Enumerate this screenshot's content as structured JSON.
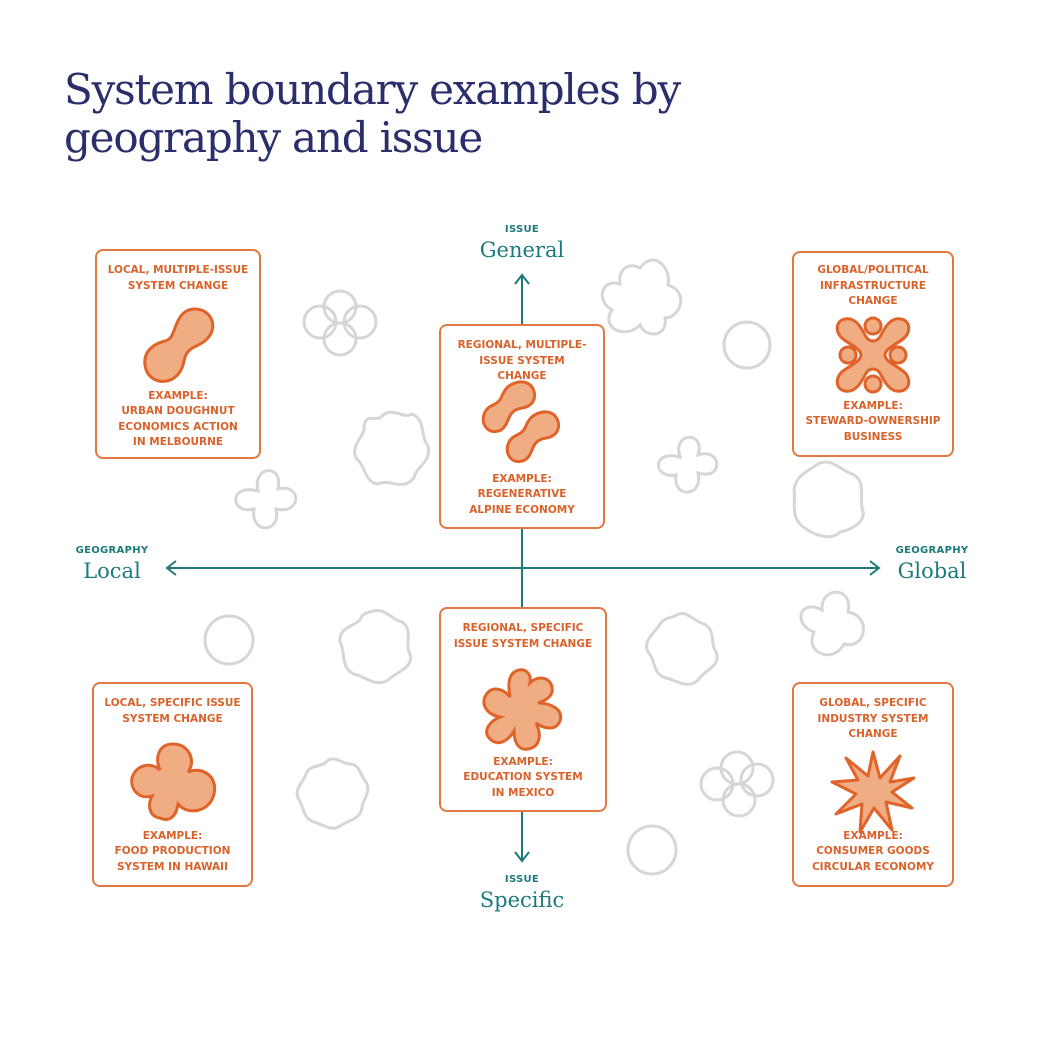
{
  "title": "System boundary examples by geography and issue",
  "axes": {
    "top": {
      "small": "ISSUE",
      "big": "General"
    },
    "bottom": {
      "small": "ISSUE",
      "big": "Specific"
    },
    "left": {
      "small": "GEOGRAPHY",
      "big": "Local"
    },
    "right": {
      "small": "GEOGRAPHY",
      "big": "Global"
    }
  },
  "cards": {
    "local_multiple": {
      "heading": "LOCAL, MULTIPLE-ISSUE SYSTEM CHANGE",
      "example_label": "EXAMPLE:",
      "example": "URBAN DOUGHNUT ECONOMICS ACTION IN MELBOURNE",
      "icon": "dumbbell-blob-icon"
    },
    "regional_multiple": {
      "heading": "REGIONAL, MULTIPLE-ISSUE SYSTEM CHANGE",
      "example_label": "EXAMPLE:",
      "example": "REGENERATIVE ALPINE ECONOMY",
      "icon": "double-dumbbell-icon"
    },
    "global_political": {
      "heading": "GLOBAL/POLITICAL INFRASTRUCTURE CHANGE",
      "example_label": "EXAMPLE:",
      "example": "STEWARD-OWNERSHIP BUSINESS",
      "icon": "cross-network-icon"
    },
    "local_specific": {
      "heading": "LOCAL, SPECIFIC ISSUE SYSTEM CHANGE",
      "example_label": "EXAMPLE:",
      "example": "FOOD PRODUCTION SYSTEM IN HAWAII",
      "icon": "trefoil-icon"
    },
    "regional_specific": {
      "heading": "REGIONAL, SPECIFIC ISSUE SYSTEM CHANGE",
      "example_label": "EXAMPLE:",
      "example": "EDUCATION SYSTEM IN MEXICO",
      "icon": "flower-icon"
    },
    "global_specific": {
      "heading": "GLOBAL, SPECIFIC INDUSTRY SYSTEM CHANGE",
      "example_label": "EXAMPLE:",
      "example": "CONSUMER GOODS CIRCULAR ECONOMY",
      "icon": "star-burst-icon"
    }
  },
  "colors": {
    "accent": "#e2773f",
    "accent_text": "#d9622b",
    "fill": "#f0ad84",
    "axis": "#1c7a7a",
    "title": "#2a2e6b",
    "deco": "#d9d9dc"
  }
}
